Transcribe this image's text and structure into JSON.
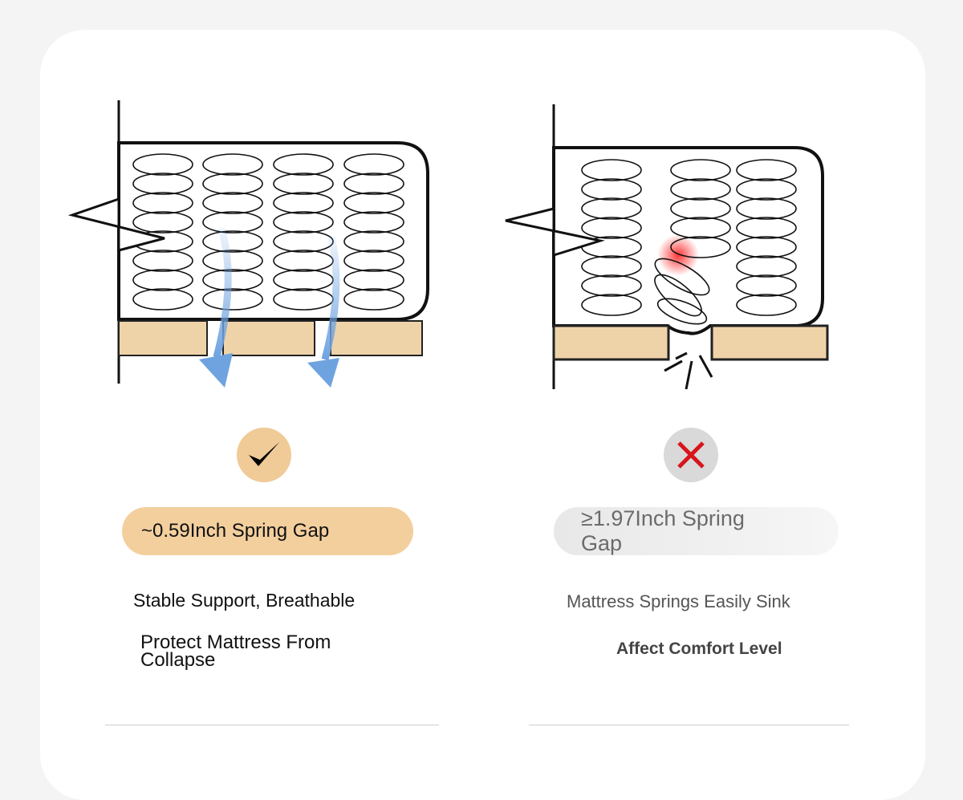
{
  "good": {
    "gap_label": "~0.59Inch Spring Gap",
    "benefit_1": "Stable Support, Breathable",
    "benefit_2": "Protect Mattress From Collapse",
    "status_icon": "check-icon"
  },
  "bad": {
    "gap_label": "≥1.97Inch Spring Gap",
    "drawback_1": "Mattress Springs Easily Sink",
    "drawback_2": "Affect Comfort Level",
    "status_icon": "x-icon"
  },
  "colors": {
    "slat": "#efd3a8",
    "good_pill": "#f3cf9e",
    "bad_pill": "#ececec",
    "airflow": "#6fa3e0",
    "error_red": "#d8151c"
  }
}
